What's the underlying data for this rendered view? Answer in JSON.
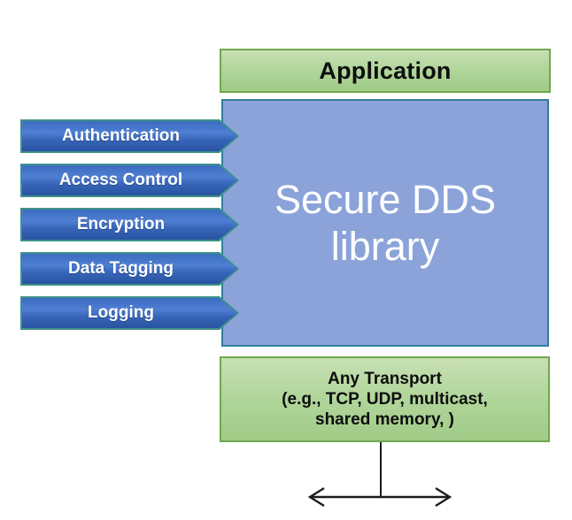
{
  "application_box": {
    "label": "Application"
  },
  "secure_dds_box": {
    "label": "Secure DDS library"
  },
  "security_plugins": [
    {
      "label": "Authentication"
    },
    {
      "label": "Access Control"
    },
    {
      "label": "Encryption"
    },
    {
      "label": "Data Tagging"
    },
    {
      "label": "Logging"
    }
  ],
  "transport_box": {
    "lines": [
      "Any Transport",
      "(e.g., TCP, UDP, multicast,",
      "shared memory, )"
    ]
  },
  "colors": {
    "green_box_fill_top": "#c7e0b4",
    "green_box_fill_bottom": "#a0cb86",
    "green_box_border": "#6fa84e",
    "dds_box_fill": "#8ba3d9",
    "dds_box_border": "#2f7f9e",
    "plugin_arrow_fill_top": "#3b6cc0",
    "plugin_arrow_fill_bottom": "#2a54a2",
    "plugin_arrow_border": "#3e9188",
    "connector_line": "#1c1c1c",
    "text_on_green": "#0d0d0d",
    "text_on_blue": "#ffffff"
  }
}
